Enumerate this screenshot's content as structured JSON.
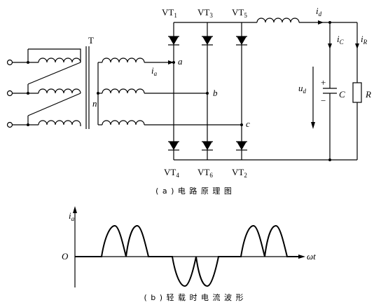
{
  "circuit": {
    "transformer_label": "T",
    "neutral_label": "n",
    "phase_current": {
      "main": "i",
      "sub": "a"
    },
    "node_a": "a",
    "node_b": "b",
    "node_c": "c",
    "thyristors_top": [
      {
        "main": "VT",
        "sub": "1"
      },
      {
        "main": "VT",
        "sub": "3"
      },
      {
        "main": "VT",
        "sub": "5"
      }
    ],
    "thyristors_bottom": [
      {
        "main": "VT",
        "sub": "4"
      },
      {
        "main": "VT",
        "sub": "6"
      },
      {
        "main": "VT",
        "sub": "2"
      }
    ],
    "dc_current": {
      "main": "i",
      "sub": "d"
    },
    "cap_current": {
      "main": "i",
      "sub": "C"
    },
    "load_current": {
      "main": "i",
      "sub": "R"
    },
    "dc_voltage": {
      "main": "u",
      "sub": "d"
    },
    "cap_plus": "+",
    "cap_minus": "−",
    "cap_label": "C",
    "res_label": "R",
    "caption_a": "( a ) 电 路 原 理 图"
  },
  "waveform": {
    "yaxis": {
      "main": "i",
      "sub": "a"
    },
    "origin": "O",
    "xaxis": "ωt",
    "caption_b": "( b ) 轻 载 时 电 流 波 形"
  }
}
